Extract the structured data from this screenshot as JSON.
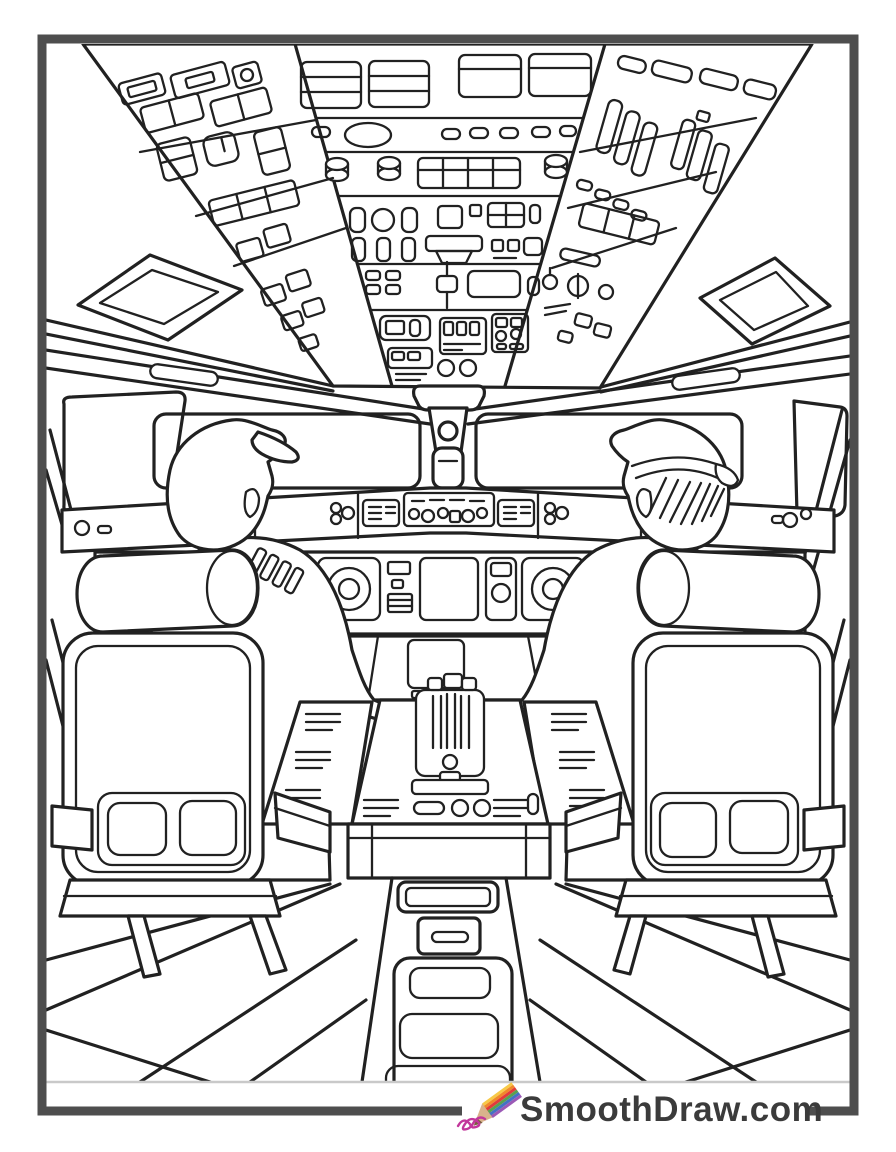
{
  "page": {
    "background_color": "#ffffff",
    "frame_color": "#4e4e4e",
    "line_color": "#212121",
    "separator_color": "#c9c9c9"
  },
  "artwork": {
    "type": "coloring-page-line-art",
    "subject": "airplane cockpit interior seen from behind with two pilots in seats",
    "parts": [
      "overhead-panel",
      "ceiling-vent-left",
      "ceiling-vent-right",
      "windshield",
      "glareshield",
      "instrument-panel",
      "center-pedestal",
      "throttle-quadrant",
      "captain",
      "first-officer",
      "captain-seat",
      "first-officer-seat",
      "cockpit-floor",
      "aisle-panels"
    ]
  },
  "watermark": {
    "site_text": "SmoothDraw.com",
    "icon": "pencil-icon",
    "text_color": "#3b3b3b",
    "pencil_colors": [
      "#f7c948",
      "#f0882a",
      "#e23b3b",
      "#59a14f",
      "#4472c4",
      "#9b59b6"
    ],
    "pencil_tip_color": "#d9b38c",
    "pencil_point_color": "#7a5c3e",
    "squiggle_color": "#c2379b"
  }
}
